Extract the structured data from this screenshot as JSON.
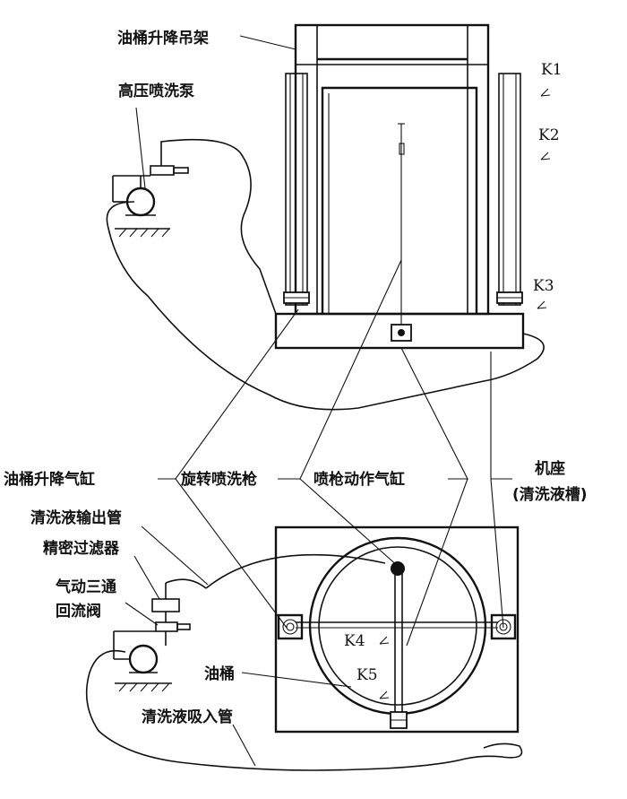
{
  "labels": {
    "lift_frame": "油桶升降吊架",
    "hp_pump": "高压喷洗泵",
    "k1": "K1",
    "k2": "K2",
    "k3": "K3",
    "k4": "K4",
    "k5": "K5",
    "lift_cylinder": "油桶升降气缸",
    "rotary_gun": "旋转喷洗枪",
    "gun_cylinder": "喷枪动作气缸",
    "base_line1": "机座",
    "base_line2": "(清洗液槽)",
    "outlet_pipe": "清洗液输出管",
    "filter": "精密过滤器",
    "valve_line1": "气动三通",
    "valve_line2": "回流阀",
    "drum": "油桶",
    "suction_pipe": "清洗液吸入管"
  }
}
